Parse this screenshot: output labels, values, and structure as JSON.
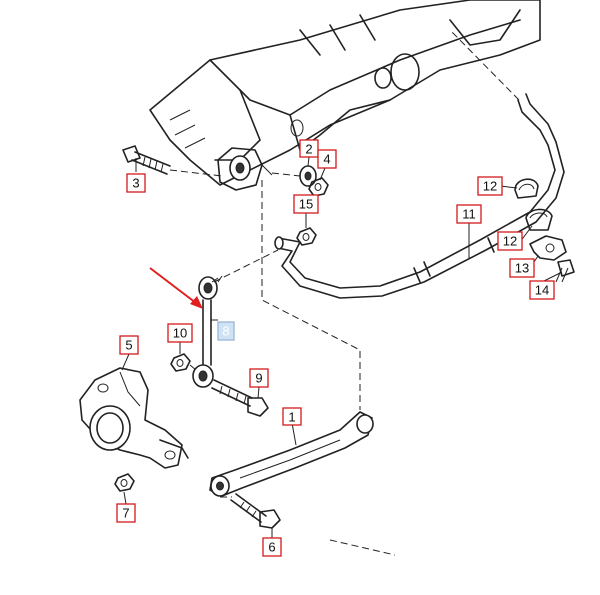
{
  "diagram": {
    "callouts": {
      "c1": "1",
      "c2": "2",
      "c3": "3",
      "c4": "4",
      "c5": "5",
      "c6": "6",
      "c7": "7",
      "c8": "8",
      "c9": "9",
      "c10": "10",
      "c11": "11",
      "c12a": "12",
      "c12b": "12",
      "c13": "13",
      "c14": "14",
      "c15": "15"
    },
    "highlighted_callout": "8",
    "colors": {
      "arrow": "#e02020",
      "callout_border": "#d21a1a",
      "highlight_fill": "#cfe3f5",
      "line": "#222222"
    }
  }
}
